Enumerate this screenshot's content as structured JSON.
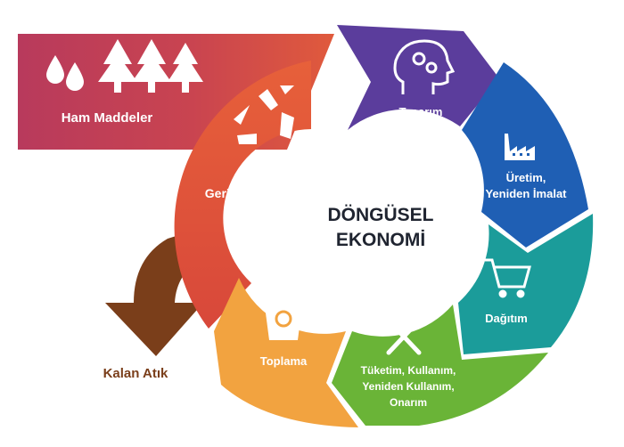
{
  "center": {
    "line1": "DÖNGÜSEL",
    "line2": "EKONOMİ"
  },
  "raw_materials": {
    "label": "Ham Maddeler",
    "icons": [
      "water-drops-icon",
      "trees-icon"
    ]
  },
  "stages": [
    {
      "label_lines": [
        "Tasarım"
      ],
      "icon": "head-gears-icon",
      "color": "#5b3d9c"
    },
    {
      "label_lines": [
        "Üretim,",
        "Yeniden İmalat"
      ],
      "icon": "factory-icon",
      "color": "#1f5fb4"
    },
    {
      "label_lines": [
        "Dağıtım"
      ],
      "icon": "shopping-cart-icon",
      "color": "#1b9c9a"
    },
    {
      "label_lines": [
        "Tüketim, Kullanım,",
        "Yeniden Kullanım,",
        "Onarım"
      ],
      "icon": "tools-icon",
      "color": "#6ab437"
    },
    {
      "label_lines": [
        "Toplama"
      ],
      "icon": "recycle-bin-icon",
      "color": "#f2a340"
    },
    {
      "label_lines": [
        "Geri Dönüşüm"
      ],
      "icon": "recycle-icon",
      "color": "#e6603a"
    }
  ],
  "residual_waste": {
    "label": "Kalan Atık",
    "color": "#7a3e1a"
  }
}
